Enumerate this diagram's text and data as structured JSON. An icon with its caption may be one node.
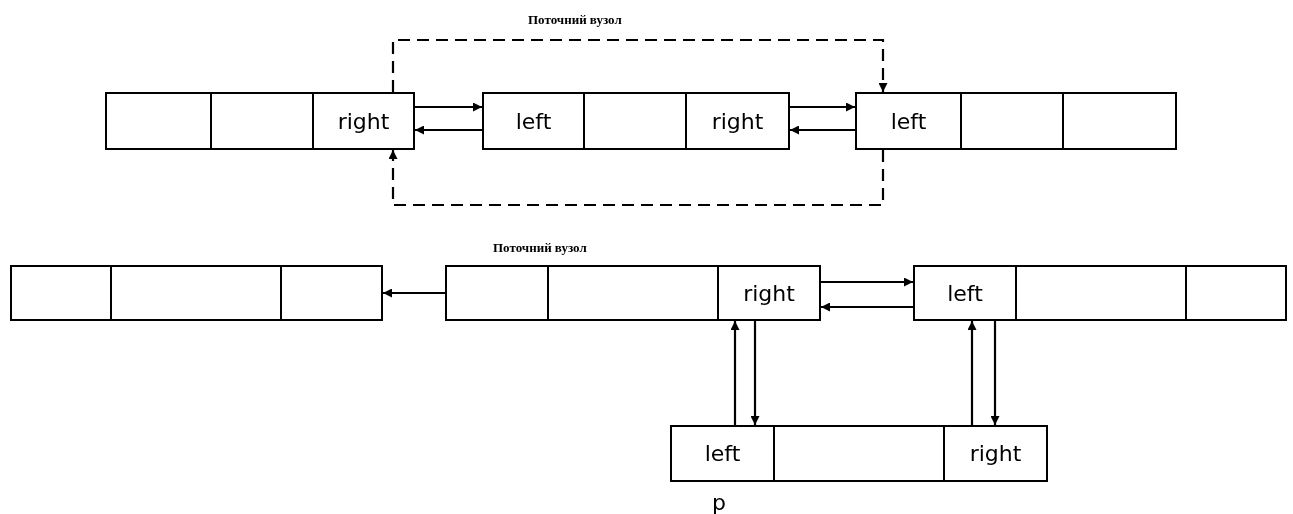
{
  "diagram": {
    "nodes": [
      {
        "text": [],
        "shape": "box"
      },
      {
        "text": [],
        "shape": "box"
      },
      {
        "text": [
          "right"
        ]
      },
      {
        "text": [
          "left"
        ]
      },
      {
        "text": [],
        "shape": "box"
      },
      {
        "text": [
          "right"
        ]
      },
      {
        "text": [
          "left"
        ]
      },
      {
        "text": [],
        "shape": "box"
      },
      {
        "text": [],
        "shape": "box"
      },
      {
        "text": [],
        "shape": "box"
      },
      {
        "text": [],
        "shape": "box"
      },
      {
        "text": [],
        "shape": "box"
      },
      {
        "text": [],
        "shape": "box"
      },
      {
        "text": [],
        "shape": "box"
      },
      {
        "text": [
          "right"
        ]
      },
      {
        "text": [
          "left"
        ]
      },
      {
        "text": [],
        "shape": "box"
      },
      {
        "text": [],
        "shape": "box"
      },
      {
        "text": [
          "left"
        ],
        "beside": [
          "p"
        ]
      },
      {
        "text": [],
        "shape": "box"
      },
      {
        "text": [
          "right"
        ]
      }
    ],
    "edges": [
      {
        "from": 2,
        "to": 3,
        "arrow": "to"
      },
      {
        "from": 3,
        "to": 2,
        "arrow": "to"
      },
      {
        "from": 5,
        "to": 6,
        "arrow": "to"
      },
      {
        "from": 6,
        "to": 5,
        "arrow": "to"
      },
      {
        "from": 2,
        "to": 6,
        "arrow": "to",
        "style": "dashed"
      },
      {
        "from": 6,
        "to": 2,
        "arrow": "to",
        "style": "dashed"
      },
      {
        "from": 12,
        "to": 11,
        "arrow": "to"
      },
      {
        "from": 14,
        "to": 15,
        "arrow": "to"
      },
      {
        "from": 15,
        "to": 14,
        "arrow": "to"
      },
      {
        "from": 18,
        "to": 14,
        "arrow": "to"
      },
      {
        "from": 14,
        "to": 18,
        "arrow": "to"
      },
      {
        "from": 20,
        "to": 15,
        "arrow": "to"
      },
      {
        "from": 15,
        "to": 20,
        "arrow": "to"
      }
    ],
    "labels": [
      "Поточний вузол",
      "Поточний вузол"
    ]
  }
}
